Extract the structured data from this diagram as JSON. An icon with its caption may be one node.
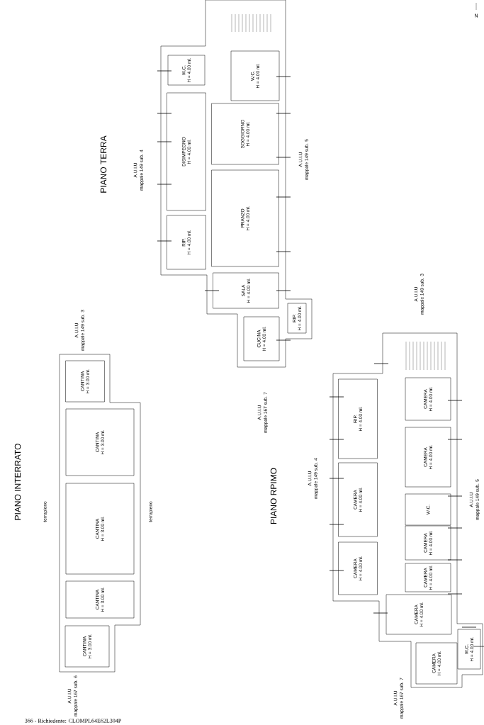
{
  "diagram": {
    "nodes": [
      {
        "text": [
          "W.C.",
          "H = 4.00 ml."
        ]
      },
      {
        "text": [
          "W.C.",
          "H = 4.00 ml."
        ]
      },
      {
        "text": [
          "DISIMPEGNO",
          "H = 4.00 ml."
        ]
      },
      {
        "text": [
          "SOGGIORNO",
          "H = 4.00 ml."
        ]
      },
      {
        "text": [
          "PRANZO",
          "H = 4.00 ml."
        ]
      },
      {
        "text": [
          "RIP.",
          "H = 4.00 ml."
        ]
      },
      {
        "text": [
          "SALA",
          "H = 4.00 ml."
        ]
      },
      {
        "text": [
          "RIP.",
          "H = 4.00 ml."
        ]
      },
      {
        "text": [
          "CUCINA",
          "H = 4.00 ml."
        ]
      },
      {
        "text": [
          "CANTINA",
          "H = 3.00 ml."
        ]
      },
      {
        "text": [
          "CANTINA",
          "H = 3.00 ml."
        ]
      },
      {
        "text": [
          "CANTINA",
          "H = 3.00 ml."
        ]
      },
      {
        "text": [
          "CANTINA",
          "H = 3.00 ml."
        ]
      },
      {
        "text": [
          "CANTINA",
          "H = 3.00 ml."
        ]
      },
      {
        "text": [
          "RIP.",
          "H = 4.00 ml."
        ]
      },
      {
        "text": [
          "CAMERA",
          "H = 4.00 ml."
        ]
      },
      {
        "text": [
          "CAMERA",
          "H = 4.00 ml."
        ]
      },
      {
        "text": [
          "CAMERA",
          "H = 4.00 ml."
        ]
      },
      {
        "text": [
          "W.C."
        ]
      },
      {
        "text": [
          "CAMERA",
          "H = 4.00 ml."
        ]
      },
      {
        "text": [
          "CAMERA",
          "H = 4.00 ml."
        ]
      },
      {
        "text": [
          "CAMERA",
          "H = 4.00 ml."
        ]
      },
      {
        "text": [
          "CAMERA",
          "H = 4.00 ml."
        ]
      },
      {
        "text": [
          "CAMERA",
          "H = 4.00 ml."
        ]
      },
      {
        "text": [
          "W.C.",
          "H = 4.00 ml."
        ]
      }
    ],
    "labels": [
      "N",
      "PIANO TERRA",
      "A.U.I.U",
      "mappale 149 sub. 4",
      "A.U.I.U",
      "mappale 149 sub. 5",
      "A.U.I.U",
      "mappale 149 sub. 3",
      "A.U.I.U",
      "mappale 149 sub. 3",
      "A.U.I.U",
      "mappale 167 sub. 7",
      "PIANO INTERRATO",
      "terrapieno",
      "terrapieno",
      "PIANO RPIMO",
      "A.U.I.U",
      "mappale 149 sub. 4",
      "A.U.I.U",
      "mappale 149 sub. 5",
      "A.U.I.U",
      "mappale 167 sub. 6",
      "A.U.I.U",
      "mappale 167 sub. 7",
      "366 - Richiedente: CLOMPL64E62L304P"
    ]
  }
}
